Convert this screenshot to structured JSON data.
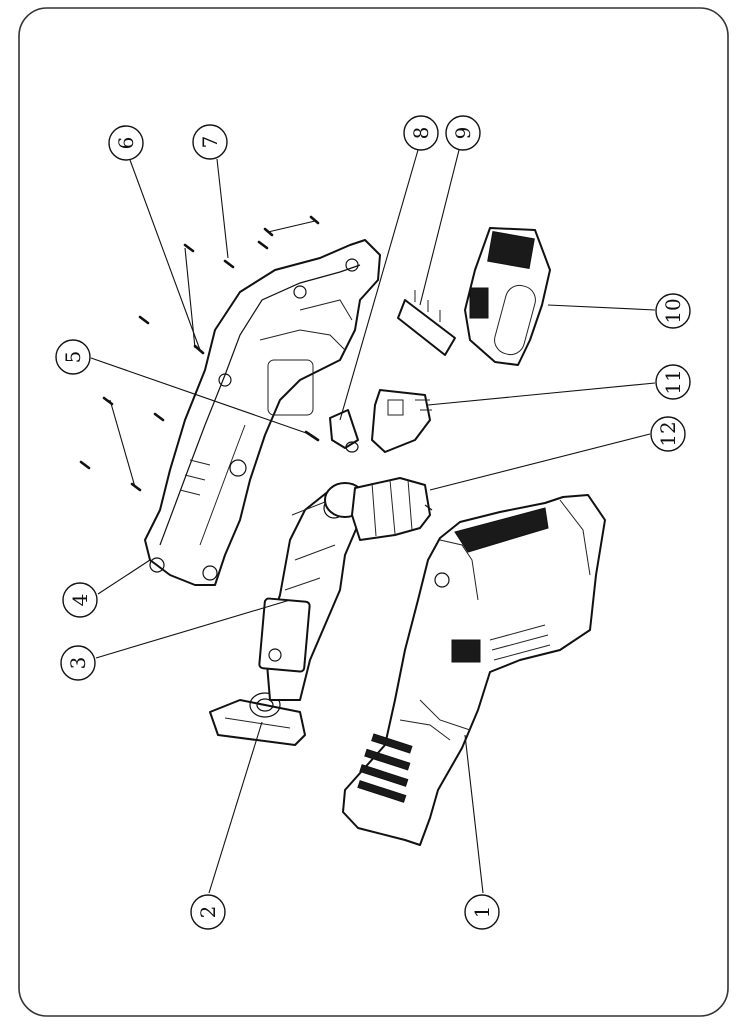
{
  "diagram": {
    "type": "exploded-parts-view",
    "orientation": "rotated-90",
    "callouts": [
      {
        "id": "c1",
        "label": "1"
      },
      {
        "id": "c2",
        "label": "2"
      },
      {
        "id": "c3",
        "label": "3"
      },
      {
        "id": "c4",
        "label": "4"
      },
      {
        "id": "c5",
        "label": "5"
      },
      {
        "id": "c6",
        "label": "6"
      },
      {
        "id": "c7",
        "label": "7"
      },
      {
        "id": "c8",
        "label": "8"
      },
      {
        "id": "c9",
        "label": "9"
      },
      {
        "id": "c10",
        "label": "10"
      },
      {
        "id": "c11",
        "label": "11"
      },
      {
        "id": "c12",
        "label": "12"
      }
    ]
  }
}
